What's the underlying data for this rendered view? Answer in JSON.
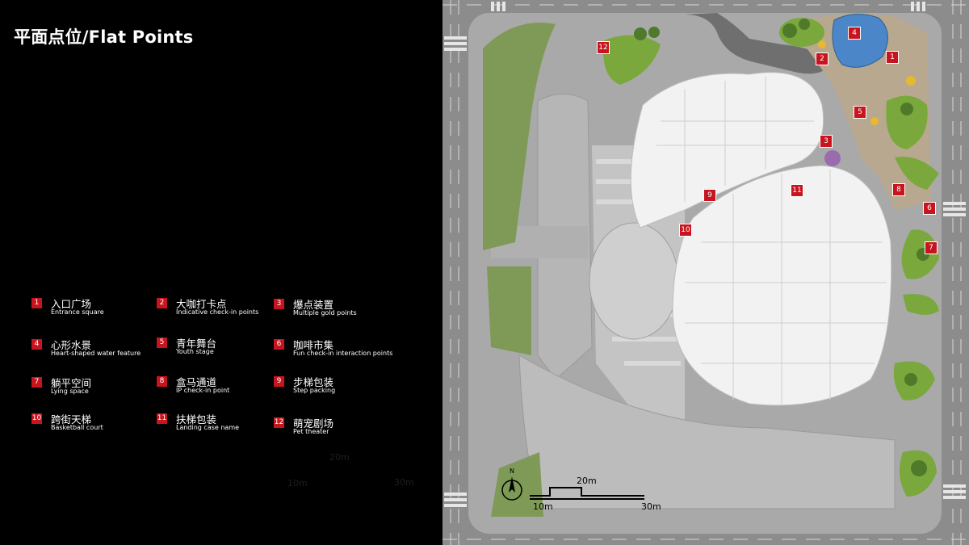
{
  "title": "平面点位/Flat Points",
  "legend": [
    {
      "num": "1",
      "cn": "入口广场",
      "en": "Entrance square"
    },
    {
      "num": "2",
      "cn": "大咖打卡点",
      "en": "Indicative check-in points"
    },
    {
      "num": "3",
      "cn": "爆点装置",
      "en": "Multiple gold points"
    },
    {
      "num": "4",
      "cn": "心形水景",
      "en": "Heart-shaped water feature"
    },
    {
      "num": "5",
      "cn": "青年舞台",
      "en": "Youth stage"
    },
    {
      "num": "6",
      "cn": "咖啡市集",
      "en": "Fun check-in interaction points"
    },
    {
      "num": "7",
      "cn": "躺平空间",
      "en": "Lying space"
    },
    {
      "num": "8",
      "cn": "盒马通道",
      "en": "IP check-in point"
    },
    {
      "num": "9",
      "cn": "步梯包装",
      "en": "Step packing"
    },
    {
      "num": "10",
      "cn": "跨街天梯",
      "en": "Basketball court"
    },
    {
      "num": "11",
      "cn": "扶梯包装",
      "en": "Landing case name"
    },
    {
      "num": "12",
      "cn": "萌宠剧场",
      "en": "Pet theater"
    }
  ],
  "markers": [
    "1",
    "2",
    "3",
    "4",
    "5",
    "6",
    "7",
    "8",
    "9",
    "10",
    "11",
    "12"
  ],
  "scale_bar": {
    "label_10": "10m",
    "label_20": "20m",
    "label_30": "30m"
  },
  "ghost_scale": {
    "label_10": "10m",
    "label_20": "20m",
    "label_30": "30m"
  },
  "north_label": "N",
  "colors": {
    "accent": "#c8141e",
    "background": "#000000",
    "road": "#8c8c8c",
    "building": "#f2f2f2",
    "green": "#7aa83c",
    "water": "#4a86c8"
  }
}
